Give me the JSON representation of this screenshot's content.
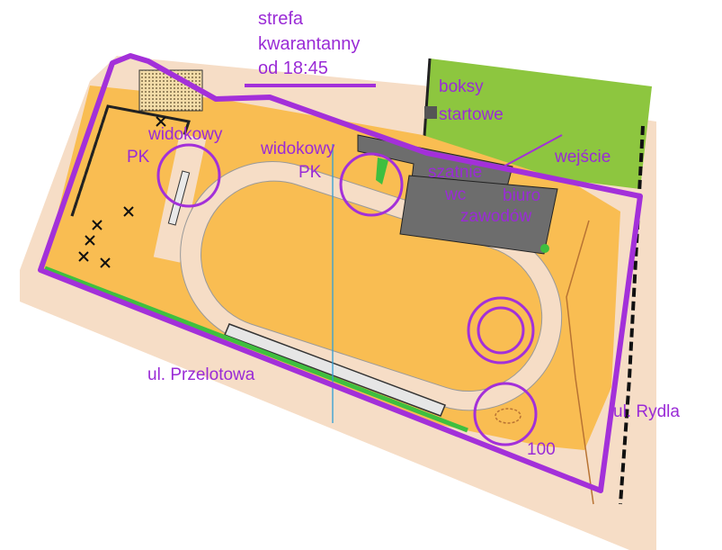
{
  "labels": {
    "strefa": [
      "strefa",
      "kwarantanny",
      "od 18:45"
    ],
    "boksy": [
      "boksy",
      "startowe"
    ],
    "wejscie": "wejście",
    "widokowy_left": [
      "widokowy",
      "PK"
    ],
    "widokowy_mid": [
      "widokowy",
      "PK"
    ],
    "szatnie": "szatnie",
    "wc": "wc",
    "biuro": [
      "biuro",
      "zawodów"
    ],
    "ul_przelotowa": "ul. Przelotowa",
    "ul_rydla": "ul. Rydla",
    "number_100": "100"
  },
  "colors": {
    "overprint": "#a330d9",
    "open_land": "#f9bd52",
    "paved": "#f6ddc6",
    "building": "#6d6d6d",
    "forest_green": "#8dc63f",
    "grass_strip": "#3fbf3f",
    "blue_line": "#2f9fd6"
  }
}
